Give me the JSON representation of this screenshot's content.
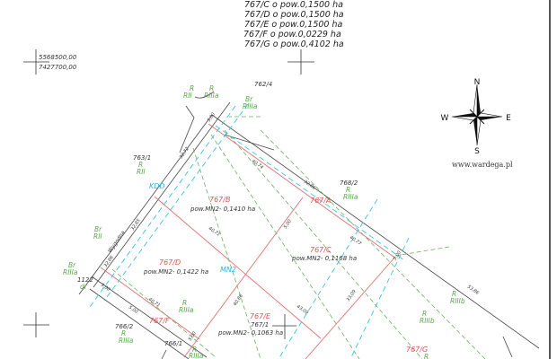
{
  "legend": [
    "767/C  o pow.0,1500  ha",
    "767/D  o pow.0,1500  ha",
    "767/E  o pow.0,1500  ha",
    "767/F  o pow.0,0229  ha",
    "767/G  o pow.0,4102  ha"
  ],
  "coordinates": {
    "x": "5568500,00",
    "y": "7427700,00"
  },
  "compass": {
    "n": "N",
    "s": "S",
    "e": "E",
    "w": "W",
    "website": "www.wardega.pl"
  },
  "parcels": [
    {
      "id": "767/B",
      "area": "pow.MN2- 0,1410  ha"
    },
    {
      "id": "767/A"
    },
    {
      "id": "767/C",
      "area": "pow.MN2- 0,1168  ha"
    },
    {
      "id": "767/D",
      "area": "pow.MN2- 0,1422  ha"
    },
    {
      "id": "767/E",
      "sub": "767/1",
      "area": "pow.MN2- 0,1063  ha"
    },
    {
      "id": "767/F"
    },
    {
      "id": "767/G"
    }
  ],
  "neighbours": [
    {
      "id": "762/4",
      "use": [
        "R",
        "R"
      ],
      "class": [
        "RII",
        "RIIIa"
      ]
    },
    {
      "id": "763/1",
      "use": "R",
      "class": "RII"
    },
    {
      "id": "768/2",
      "use": "R",
      "class": "RIIIa"
    },
    {
      "id": "766/2",
      "use": "R",
      "class": "RIIIa"
    },
    {
      "id": "766/1",
      "use": "R",
      "class": "RIIIa"
    },
    {
      "id": "1122",
      "use": "dr"
    }
  ],
  "landuse_tags": [
    {
      "use": "Br",
      "class": "RIIIa"
    },
    {
      "use": "Br",
      "class": "RII"
    },
    {
      "use": "Br",
      "class": "RIIIa"
    },
    {
      "use": "R",
      "class": "RIIIa"
    },
    {
      "use": "R",
      "class": "RIIIb"
    },
    {
      "use": "R",
      "class": "RIIIb"
    },
    {
      "use": "R",
      "class": "RIIIa"
    }
  ],
  "zones": {
    "kdd": "KDD",
    "mn2": "MN2"
  },
  "road_label": "Wygodna",
  "dimensions": [
    "5,00",
    "32,72",
    "40,74",
    "32,86",
    "40,71",
    "32,85",
    "40,77",
    "5,00",
    "32,86",
    "5,00",
    "40,71",
    "5,00",
    "5,00",
    "40,86",
    "43,09",
    "33,09",
    "53,86",
    "5,00"
  ]
}
